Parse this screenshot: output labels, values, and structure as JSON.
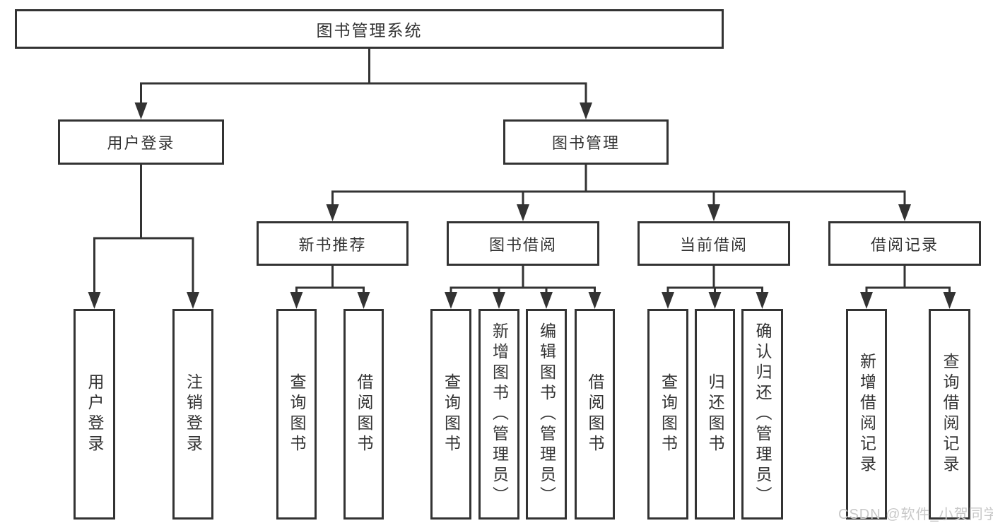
{
  "diagram": {
    "background": "#ffffff",
    "line_color": "#333333",
    "text_color": "#333333"
  },
  "nodes": [
    {
      "id": "root",
      "label": "图书管理系统"
    },
    {
      "id": "user-login",
      "label": "用户登录"
    },
    {
      "id": "book-management",
      "label": "图书管理"
    },
    {
      "id": "new-book-recommendation",
      "label": "新书推荐"
    },
    {
      "id": "book-borrowing",
      "label": "图书借阅"
    },
    {
      "id": "current-borrowing",
      "label": "当前借阅"
    },
    {
      "id": "borrowing-records",
      "label": "借阅记录"
    },
    {
      "id": "leaf-user-login",
      "label": "用户登录"
    },
    {
      "id": "leaf-logout",
      "label": "注销登录"
    },
    {
      "id": "leaf-query-books-recommend",
      "label": "查询图书"
    },
    {
      "id": "leaf-borrow-books-recommend",
      "label": "借阅图书"
    },
    {
      "id": "leaf-query-books-borrow",
      "label": "查询图书"
    },
    {
      "id": "leaf-add-books-admin",
      "label": "新增图书（管理员）"
    },
    {
      "id": "leaf-edit-books-admin",
      "label": "编辑图书（管理员）"
    },
    {
      "id": "leaf-borrow-books-borrow",
      "label": "借阅图书"
    },
    {
      "id": "leaf-query-books-current",
      "label": "查询图书"
    },
    {
      "id": "leaf-return-books",
      "label": "归还图书"
    },
    {
      "id": "leaf-confirm-return-admin",
      "label": "确认归还（管理员）"
    },
    {
      "id": "leaf-add-borrow-record",
      "label": "新增借阅记录"
    },
    {
      "id": "leaf-query-borrow-record",
      "label": "查询借阅记录"
    }
  ],
  "hierarchy": {
    "root": [
      "user-login",
      "book-management"
    ],
    "user-login": [
      "leaf-user-login",
      "leaf-logout"
    ],
    "book-management": [
      "new-book-recommendation",
      "book-borrowing",
      "current-borrowing",
      "borrowing-records"
    ],
    "new-book-recommendation": [
      "leaf-query-books-recommend",
      "leaf-borrow-books-recommend"
    ],
    "book-borrowing": [
      "leaf-query-books-borrow",
      "leaf-add-books-admin",
      "leaf-edit-books-admin",
      "leaf-borrow-books-borrow"
    ],
    "current-borrowing": [
      "leaf-query-books-current",
      "leaf-return-books",
      "leaf-confirm-return-admin"
    ],
    "borrowing-records": [
      "leaf-add-borrow-record",
      "leaf-query-borrow-record"
    ]
  },
  "watermark": {
    "text": "CSDN @软件_小贺同学",
    "color": "#c8c8c8"
  }
}
